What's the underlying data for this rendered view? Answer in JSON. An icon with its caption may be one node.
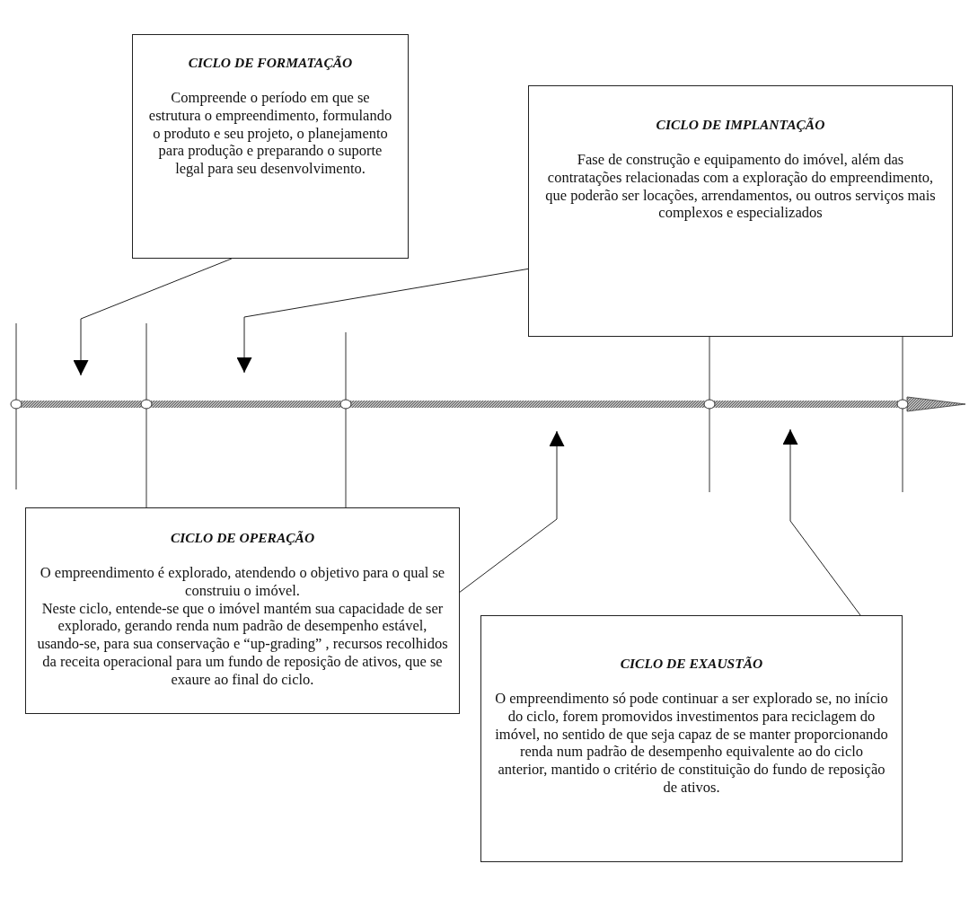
{
  "diagram": {
    "nodes": [
      {
        "text": [
          "CICLO DE FORMATAÇÃO",
          "Compreende o período em que se estrutura o empreendimento, formulando o produto e seu projeto, o planejamento para produção e preparando o suporte legal para seu desenvolvimento."
        ]
      },
      {
        "text": [
          "CICLO DE IMPLANTAÇÃO",
          "Fase de construção e equipamento do imóvel, além das contratações relacionadas com a exploração do empreendimento, que poderão ser locações, arrendamentos, ou outros serviços mais complexos e especializados"
        ]
      },
      {
        "text": [
          "CICLO DE OPERAÇÃO",
          "O empreendimento é explorado, atendendo o objetivo para o qual se construiu o imóvel.",
          "Neste ciclo, entende-se que o imóvel mantém sua capacidade de ser explorado, gerando renda num padrão de desempenho estável, usando-se, para sua conservação e “up-grading” , recursos recolhidos da receita operacional para um fundo de reposição de ativos, que se exaure ao final do ciclo."
        ]
      },
      {
        "text": [
          "CICLO DE EXAUSTÃO",
          "O empreendimento só pode continuar a ser explorado se, no início do ciclo, forem promovidos investimentos para reciclagem do imóvel, no sentido de que seja capaz de se manter proporcionando renda num padrão de desempenho equivalente ao do ciclo anterior, mantido o critério de constituição do fundo de reposição de ativos."
        ]
      }
    ],
    "edges": [
      {
        "from": 0,
        "to": null,
        "arrow": "to"
      },
      {
        "from": 1,
        "to": null,
        "arrow": "to"
      },
      {
        "from": 2,
        "to": null,
        "arrow": "to"
      },
      {
        "from": 3,
        "to": null,
        "arrow": "to"
      }
    ]
  }
}
